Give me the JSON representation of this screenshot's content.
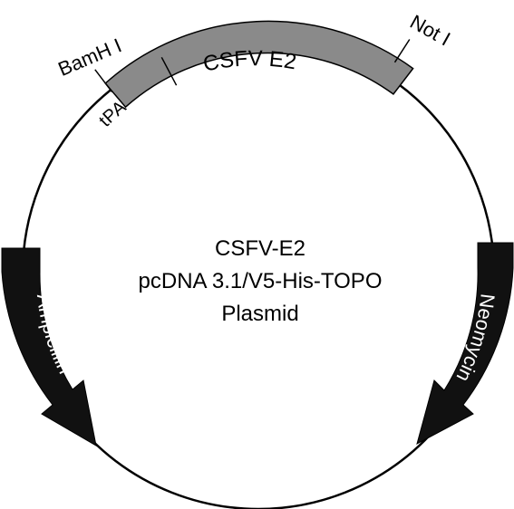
{
  "plasmid": {
    "title_line1": "CSFV-E2",
    "title_line2": "pcDNA 3.1/V5-His-TOPO",
    "title_line3": "Plasmid"
  },
  "features": {
    "tpa": "tPA",
    "csfv_e2": "CSFV E2",
    "ampicillin": "Ampicillin",
    "neomycin": "Neomycin"
  },
  "sites": {
    "bamhi": "BamH I",
    "noti": "Not I"
  },
  "colors": {
    "backbone": "#000000",
    "insert": "#8a8a8a",
    "resistance": "#111111",
    "resistance_text": "#ffffff"
  },
  "icons": [
    "plasmid-backbone",
    "insert-segment",
    "resistance-arrow"
  ]
}
